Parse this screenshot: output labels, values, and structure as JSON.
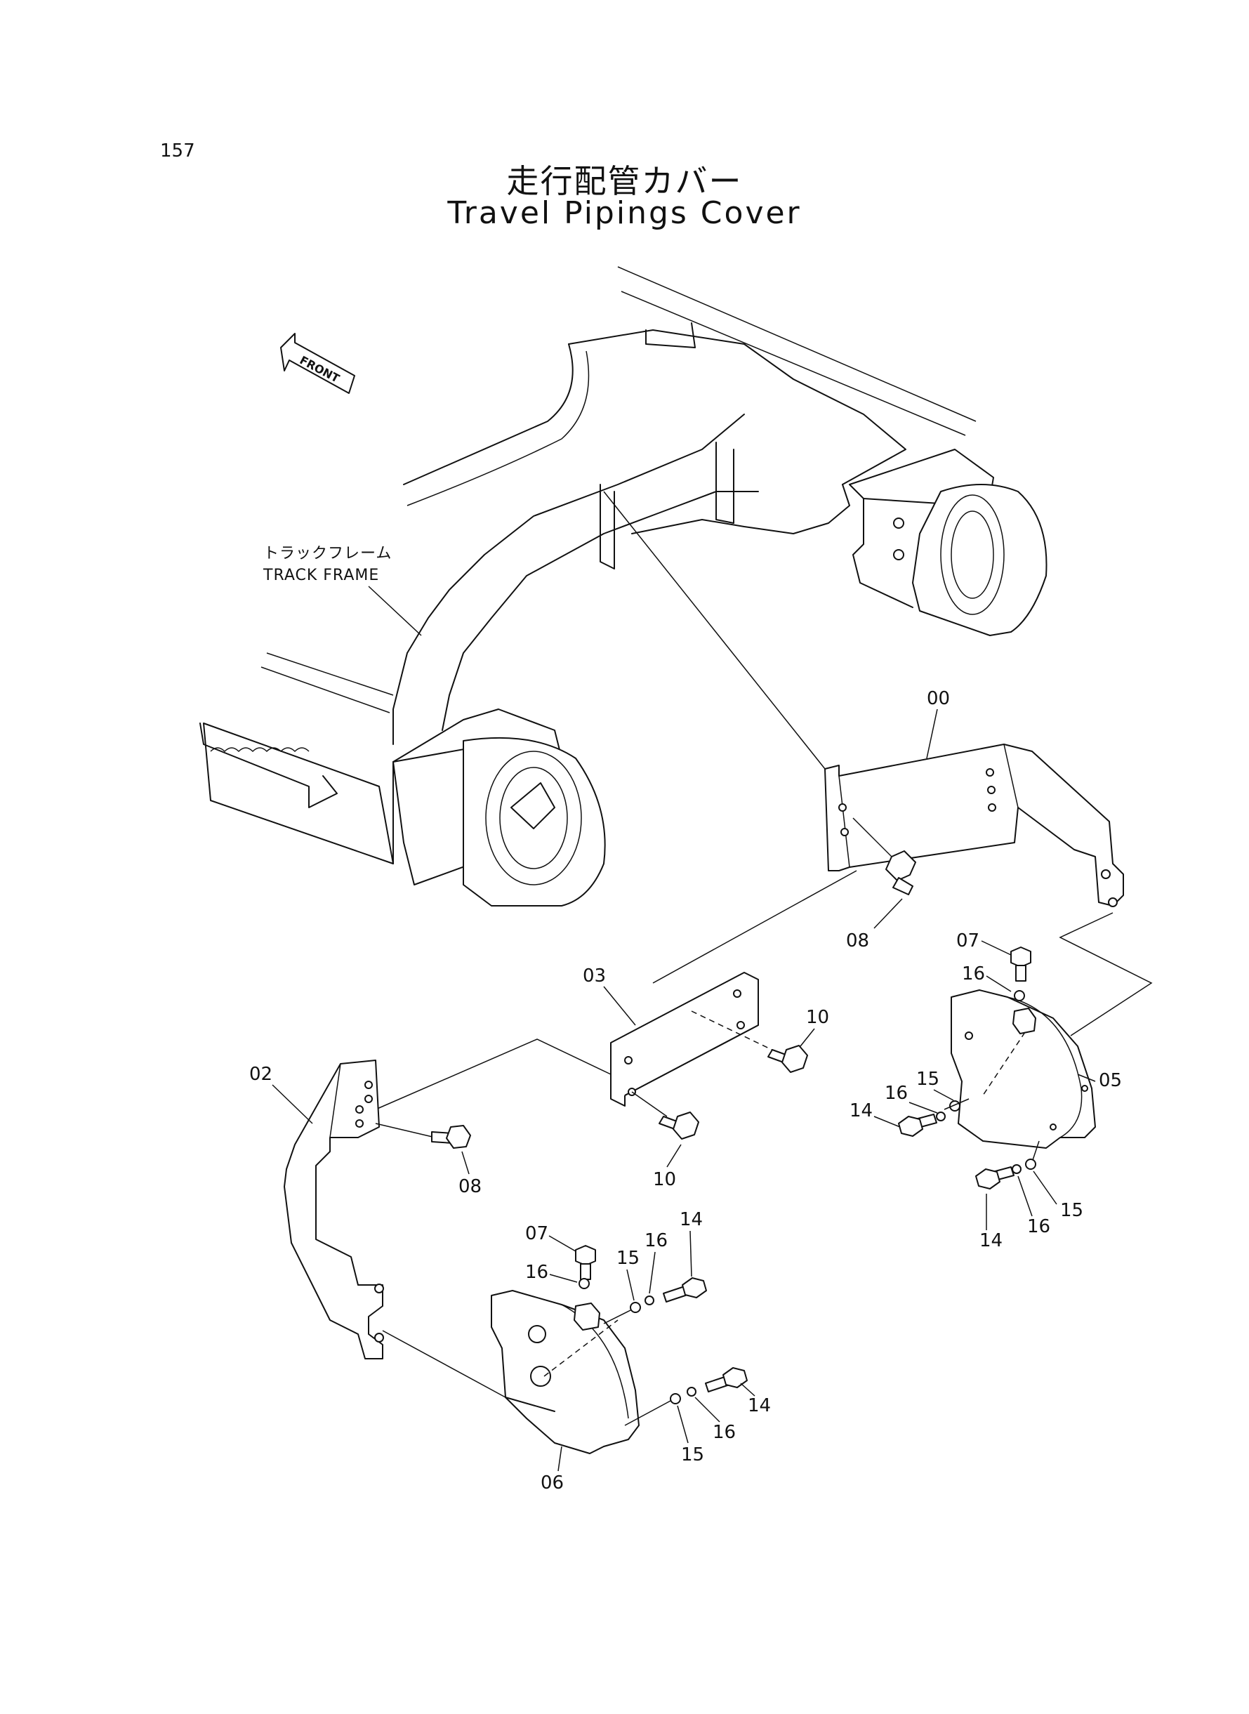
{
  "page_number": "157",
  "title_jp": "走行配管カバー",
  "title_en": "Travel Pipings Cover",
  "front_arrow_label": "FRONT",
  "track_frame": {
    "label_jp": "トラックフレーム",
    "label_en": "TRACK  FRAME"
  },
  "callouts": {
    "c00": "00",
    "c02": "02",
    "c03": "03",
    "c05": "05",
    "c06": "06",
    "c07a": "07",
    "c07b": "07",
    "c08a": "08",
    "c08b": "08",
    "c10a": "10",
    "c10b": "10",
    "c14a": "14",
    "c14b": "14",
    "c14c": "14",
    "c14d": "14",
    "c15a": "15",
    "c15b": "15",
    "c15c": "15",
    "c15d": "15",
    "c16a": "16",
    "c16b": "16",
    "c16c": "16",
    "c16d": "16",
    "c16e": "16",
    "c16f": "16"
  }
}
